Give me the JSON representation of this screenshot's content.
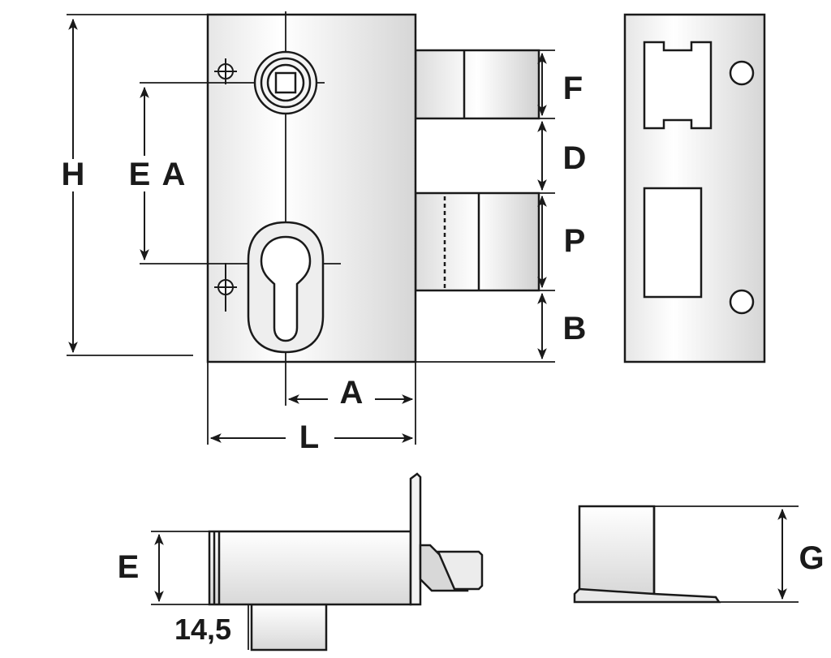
{
  "labels": {
    "height": "H",
    "center_distance_e": "E",
    "center_distance_a": "A",
    "bolt_f": "F",
    "bolt_d": "D",
    "bolt_p": "P",
    "bolt_b": "B",
    "backset": "A",
    "length": "L",
    "thickness": "E",
    "base_offset": "14,5",
    "strike_depth": "G"
  },
  "colors": {
    "line": "#1a1a1a",
    "body_fill_light": "#ffffff",
    "body_fill_dark": "#d9d9d9"
  }
}
